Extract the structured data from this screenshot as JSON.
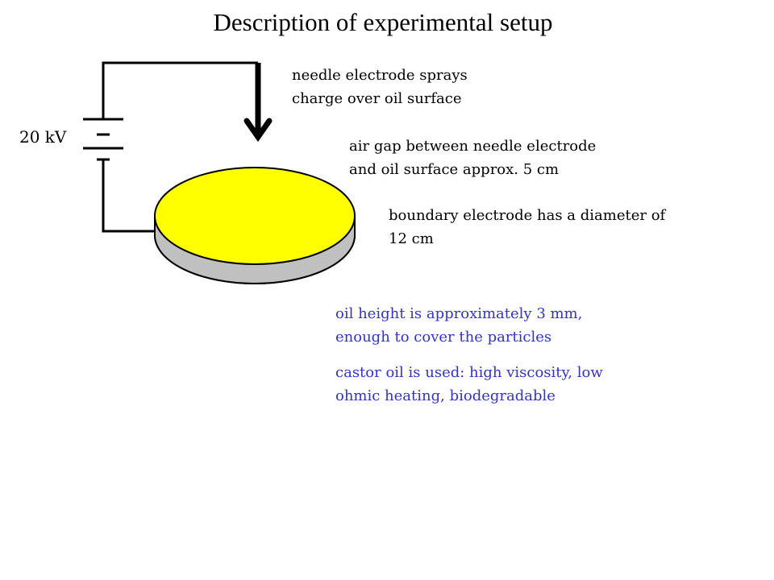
{
  "title": "Description of experimental setup",
  "voltage_label": "20 kV",
  "annotations": {
    "needle": [
      "needle electrode sprays",
      "charge over oil surface"
    ],
    "air_gap": [
      "air gap between needle electrode",
      "and oil surface approx. 5 cm"
    ],
    "boundary": [
      "boundary electrode has a diameter of",
      "12 cm"
    ],
    "oil_height": [
      "oil height is approximately 3 mm,",
      "enough to cover the particles"
    ],
    "castor": [
      "castor oil is used: high viscosity, low",
      "ohmic heating, biodegradable"
    ]
  },
  "colors": {
    "oil_surface": "#ffff00",
    "electrode_body": "#c0c0c0",
    "note_text": "#3333cc",
    "wire": "#000000"
  }
}
